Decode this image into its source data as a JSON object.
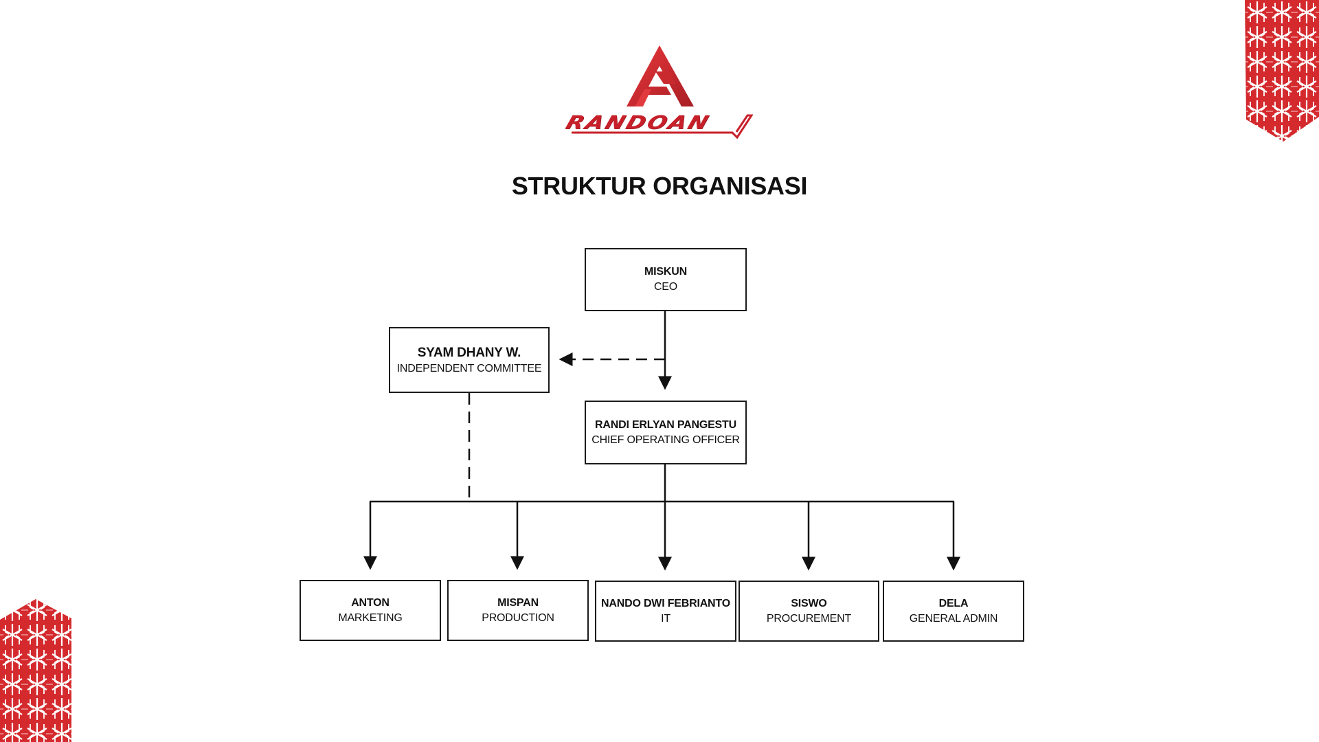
{
  "brand": {
    "name": "RANDOAN",
    "primary_color": "#d42a2e",
    "dark_color": "#9c1c22"
  },
  "page": {
    "title": "STRUKTUR ORGANISASI"
  },
  "org_chart": {
    "ceo": {
      "name": "MISKUN",
      "role": "CEO"
    },
    "committee": {
      "name": "SYAM DHANY W.",
      "role": "INDEPENDENT COMMITTEE",
      "relation": "dashed"
    },
    "coo": {
      "name": "RANDI ERLYAN PANGESTU",
      "role": "CHIEF OPERATING OFFICER"
    },
    "departments": [
      {
        "name": "ANTON",
        "role": "MARKETING"
      },
      {
        "name": "MISPAN",
        "role": "PRODUCTION"
      },
      {
        "name": "NANDO DWI FEBRIANTO",
        "role": "IT"
      },
      {
        "name": "SISWO",
        "role": "PROCUREMENT"
      },
      {
        "name": "DELA",
        "role": "GENERAL ADMIN"
      }
    ]
  },
  "decorations": {
    "pattern_icon": "batik-pattern-icon",
    "pattern_color": "#d42a2e"
  }
}
